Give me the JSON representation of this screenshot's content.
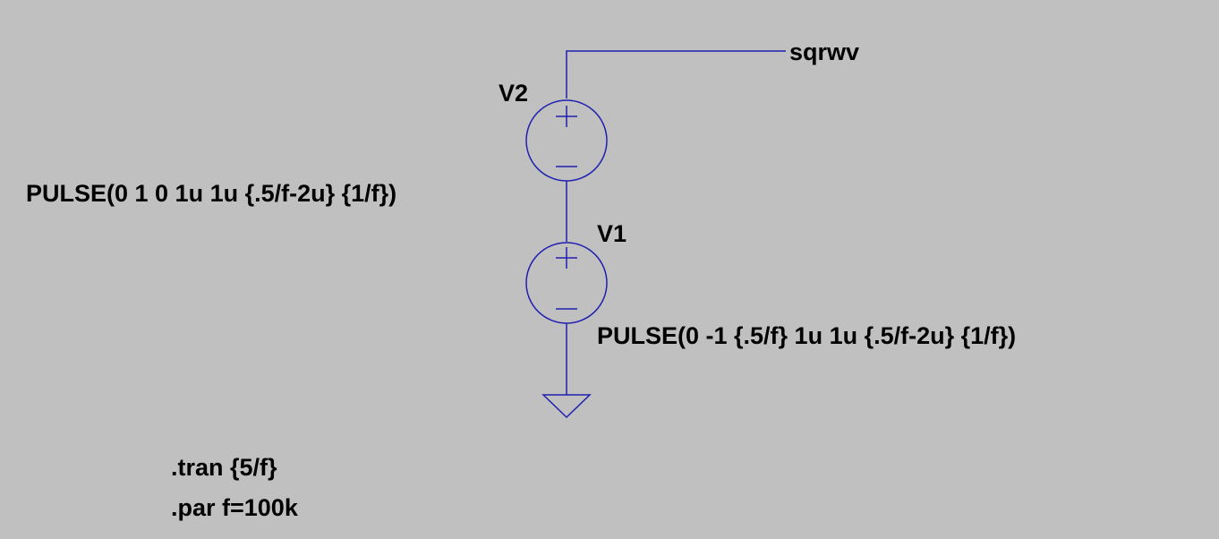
{
  "net_label": "sqrwv",
  "components": {
    "v2": {
      "name": "V2",
      "value": "PULSE(0 1 0 1u 1u {.5/f-2u} {1/f})"
    },
    "v1": {
      "name": "V1",
      "value": "PULSE(0 -1 {.5/f} 1u 1u {.5/f-2u} {1/f})"
    }
  },
  "directives": {
    "tran": ".tran {5/f}",
    "par": ".par f=100k"
  },
  "colors": {
    "background": "#c0c0c0",
    "wire": "#2020b0",
    "text": "#000000"
  },
  "symbols": [
    "voltage-source-icon",
    "voltage-source-icon",
    "ground-icon"
  ]
}
